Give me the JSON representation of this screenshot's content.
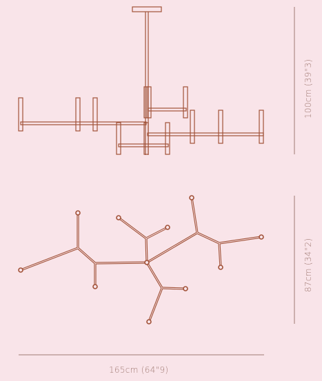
{
  "dimensions": {
    "height_elevation": "100cm (39\"3)",
    "depth_plan": "87cm (34\"2)",
    "width": "165cm (64\"9)"
  },
  "colors": {
    "background": "#f9e4e9",
    "fixture": "#a15238",
    "dimension": "#a07a73"
  }
}
